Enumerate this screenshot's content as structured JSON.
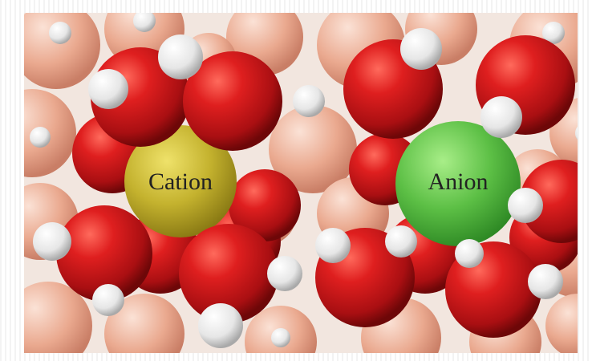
{
  "figure": {
    "subject": "hydration-shells",
    "cation": {
      "label": "Cation",
      "color": "#c4b22e"
    },
    "anion": {
      "label": "Anion",
      "color": "#5cbf45"
    },
    "colors": {
      "oxygen": "#c8161b",
      "hydrogen": "#efefef",
      "background_water": "#e8a48c",
      "background_water_light": "#f3c9b8"
    }
  }
}
